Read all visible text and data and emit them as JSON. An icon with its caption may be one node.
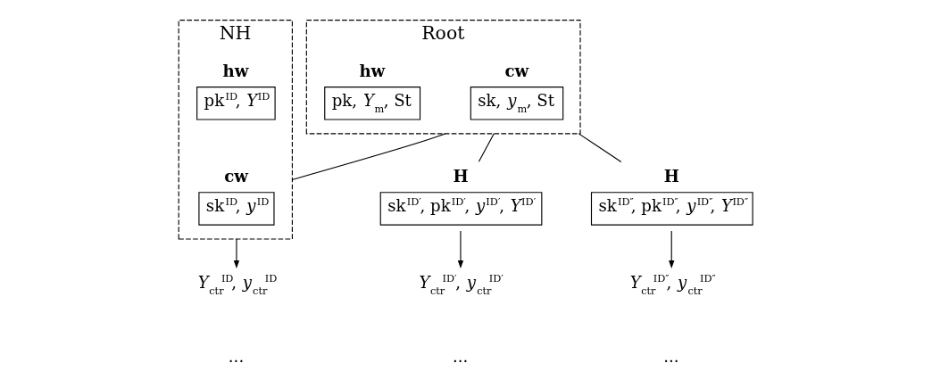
{
  "diagram": {
    "nodes": [
      {
        "text": [
          "Root"
        ]
      },
      {
        "text": [
          "cw",
          "sk, *y*$_{m}$, St"
        ],
        "in": 0
      },
      {
        "text": [
          "hw",
          "pk, *Y*$_{m}$, St"
        ],
        "in": 0
      },
      {
        "text": [
          "NH"
        ]
      },
      {
        "text": [
          "cw",
          "sk$^{ID}$, *y*$^{ID}$"
        ],
        "in": 3
      },
      {
        "text": [
          "hw",
          "pk$^{ID}$, *Y*$^{ID}$"
        ],
        "in": 3
      },
      {
        "text": [
          "H",
          "sk$^{ID′}$, pk$^{ID′}$, *y*$^{ID′}$, *Y*$^{ID′}$"
        ]
      },
      {
        "text": [
          "H",
          "sk$^{ID″}$, pk$^{ID″}$, *y*$^{ID″}$, *Y*$^{ID″}$"
        ]
      },
      {
        "text": [
          "*Y*$_{ctr}$$^{ID}$, *y*$_{ctr}$$^{ID}$"
        ]
      },
      {
        "text": [
          "*Y*$_{ctr}$$^{ID′}$, *y*$_{ctr}$$^{ID′}$"
        ]
      },
      {
        "text": [
          "*Y*$_{ctr}$$^{ID″}$, *y*$_{ctr}$$^{ID″}$"
        ]
      }
    ],
    "edges": [
      {
        "from": 0,
        "to": 3,
        "arrow": "none"
      },
      {
        "from": 0,
        "to": 6,
        "arrow": "none"
      },
      {
        "from": 0,
        "to": 7,
        "arrow": "none"
      },
      {
        "from": 3,
        "to": 8,
        "arrow": "to"
      },
      {
        "from": 6,
        "to": 9,
        "arrow": "to"
      },
      {
        "from": 7,
        "to": 10,
        "arrow": "to"
      }
    ],
    "labels": [
      "...",
      "...",
      "..."
    ]
  }
}
